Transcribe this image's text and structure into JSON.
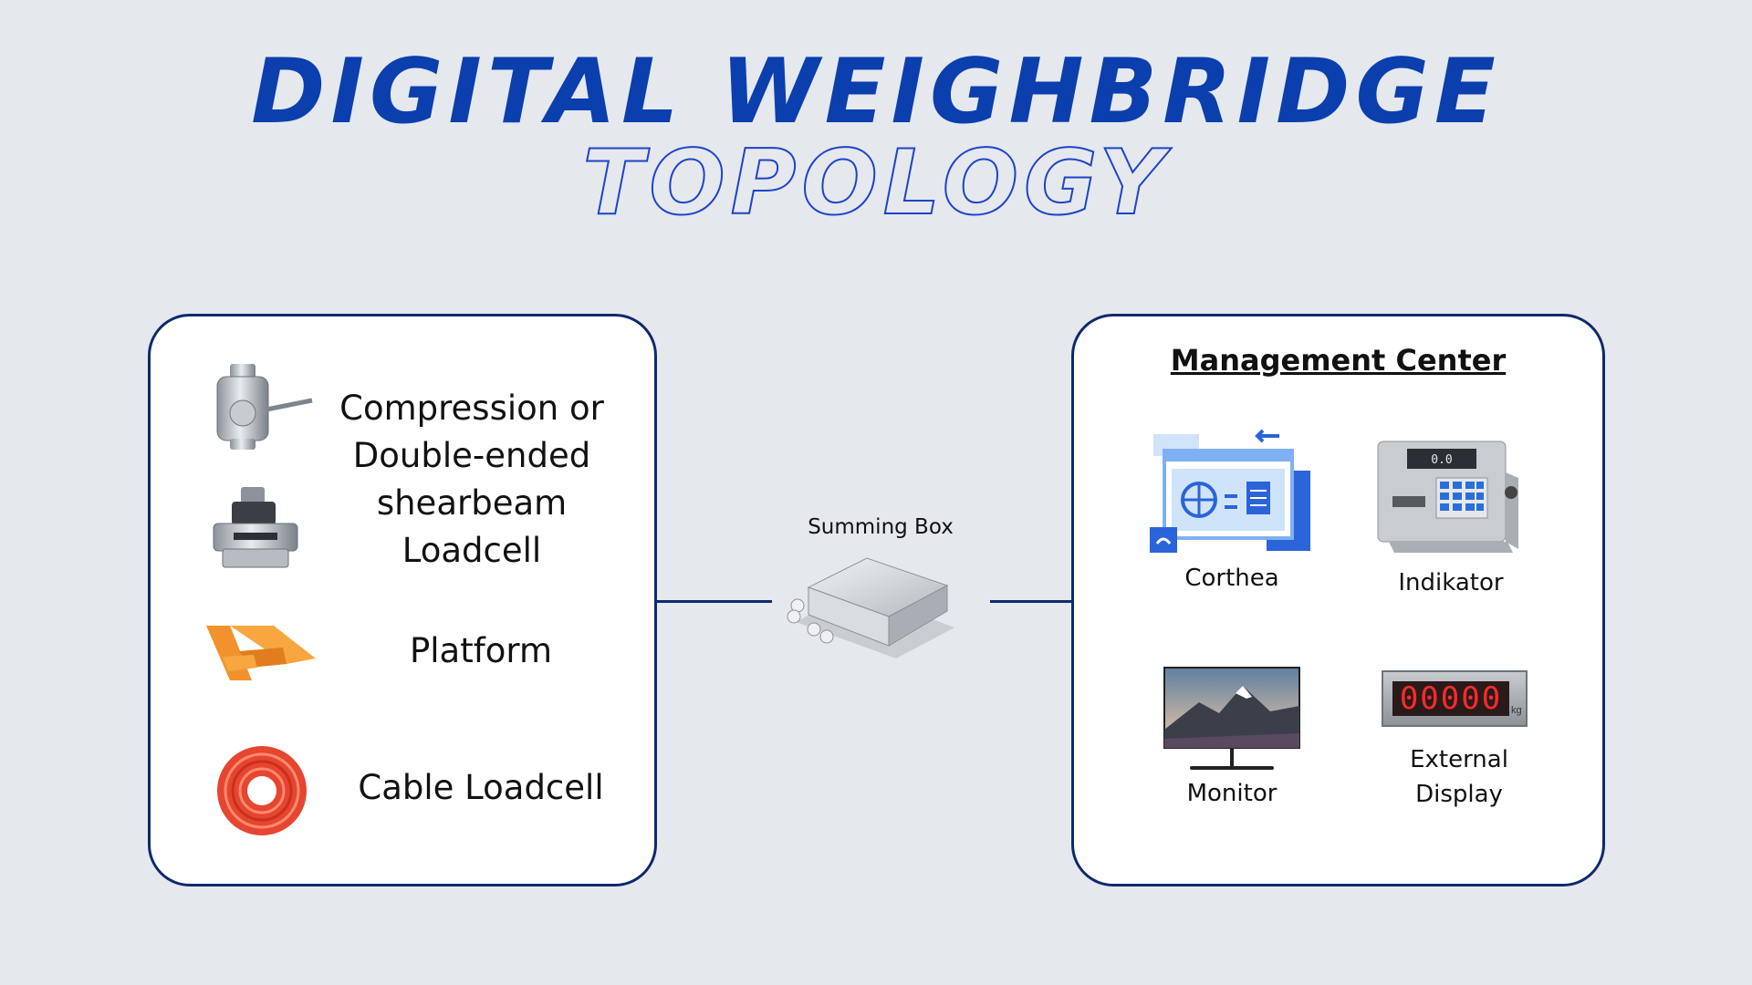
{
  "title": {
    "line1": "DIGITAL WEIGHBRIDGE",
    "line2": "TOPOLOGY"
  },
  "left_panel": {
    "items": [
      {
        "icon": "compression-loadcell-icon",
        "label_lines": [
          "Compression or",
          "Double-ended",
          "shearbeam",
          "Loadcell"
        ]
      },
      {
        "icon": "shearbeam-loadcell-icon"
      },
      {
        "icon": "platform-icon",
        "label": "Platform"
      },
      {
        "icon": "cable-reel-icon",
        "label": "Cable Loadcell"
      }
    ]
  },
  "summing_box": {
    "label": "Summing Box",
    "icon": "junction-box-icon"
  },
  "right_panel": {
    "heading": "Management Center",
    "items": [
      {
        "icon": "corthea-software-icon",
        "label": "Corthea"
      },
      {
        "icon": "indicator-device-icon",
        "label": "Indikator"
      },
      {
        "icon": "monitor-icon",
        "label": "Monitor"
      },
      {
        "icon": "external-display-icon",
        "label_lines": [
          "External",
          "Display"
        ],
        "display_value": "00000",
        "unit": "kg"
      }
    ]
  },
  "colors": {
    "background": "#e5e8ed",
    "title_blue": "#0b3fae",
    "outline_blue": "#1d44c8",
    "border_navy": "#0e2a6b",
    "led_red": "#ff2a2a"
  }
}
